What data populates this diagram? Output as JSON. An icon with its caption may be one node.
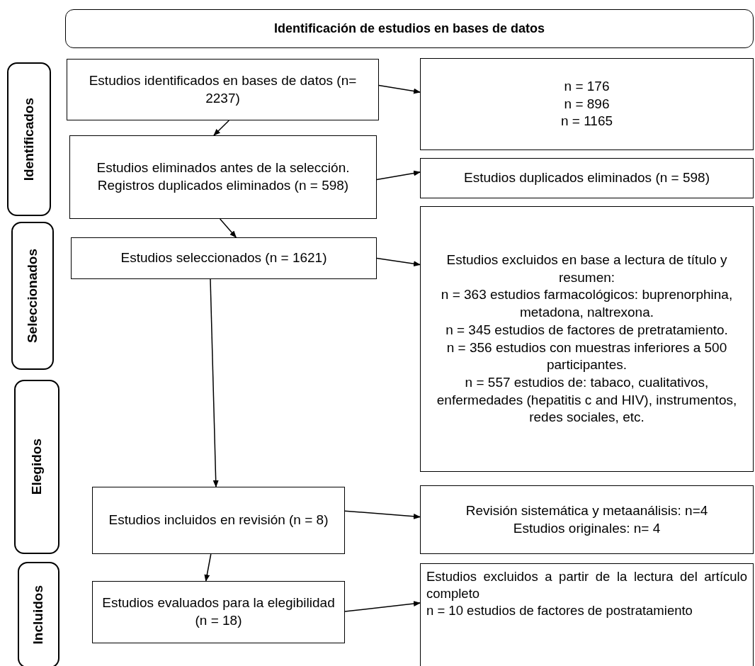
{
  "diagram": {
    "nodes": [
      {
        "text": [
          "Identificación de estudios en bases de datos"
        ]
      },
      {
        "text": [
          "Identificados"
        ]
      },
      {
        "text": [
          "Seleccionados"
        ]
      },
      {
        "text": [
          "Elegidos"
        ]
      },
      {
        "text": [
          "Incluidos"
        ]
      },
      {
        "text": [
          "Estudios identificados en bases de datos (n= 2237)"
        ]
      },
      {
        "text": [
          "n = 176",
          "n = 896",
          "n = 1165"
        ]
      },
      {
        "text": [
          "Estudios eliminados antes de la selección. Registros duplicados eliminados (n = 598)"
        ]
      },
      {
        "text": [
          "Estudios duplicados eliminados (n = 598)"
        ]
      },
      {
        "text": [
          "Estudios seleccionados (n = 1621)"
        ]
      },
      {
        "text": [
          "Estudios excluidos en base a lectura de título y resumen:",
          "n = 363 estudios farmacológicos: buprenorphina, metadona, naltrexona.",
          "n = 345 estudios de factores de pretratamiento.",
          "n = 356 estudios con muestras inferiores a 500 participantes.",
          "n = 557 estudios de: tabaco, cualitativos, enfermedades (hepatitis c and HIV), instrumentos, redes sociales, etc."
        ]
      },
      {
        "text": [
          "Estudios incluidos en revisión (n = 8)"
        ]
      },
      {
        "text": [
          "Revisión sistemática y metaanálisis: n=4",
          "Estudios originales: n= 4"
        ]
      },
      {
        "text": [
          "Estudios evaluados para la elegibilidad (n = 18)"
        ]
      },
      {
        "text": [
          "Estudios excluidos a partir de la lectura del artículo completo",
          "n = 10 estudios de factores de postratamiento"
        ]
      }
    ],
    "edges": [
      {
        "from": 5,
        "to": 6,
        "arrow": "to"
      },
      {
        "from": 5,
        "to": 7,
        "arrow": "to"
      },
      {
        "from": 7,
        "to": 8,
        "arrow": "to"
      },
      {
        "from": 7,
        "to": 9,
        "arrow": "to"
      },
      {
        "from": 9,
        "to": 10,
        "arrow": "to"
      },
      {
        "from": 9,
        "to": 11,
        "arrow": "to"
      },
      {
        "from": 11,
        "to": 12,
        "arrow": "to"
      },
      {
        "from": 11,
        "to": 13,
        "arrow": "to"
      },
      {
        "from": 13,
        "to": 14,
        "arrow": "to"
      }
    ]
  }
}
